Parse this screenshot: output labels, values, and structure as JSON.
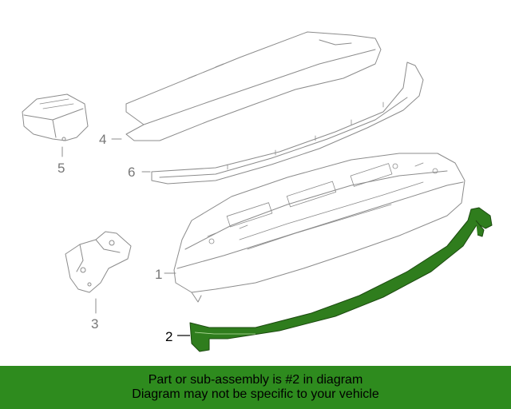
{
  "callouts": [
    {
      "id": "1",
      "label": "1"
    },
    {
      "id": "2",
      "label": "2"
    },
    {
      "id": "3",
      "label": "3"
    },
    {
      "id": "4",
      "label": "4"
    },
    {
      "id": "5",
      "label": "5"
    },
    {
      "id": "6",
      "label": "6"
    }
  ],
  "highlight_part": "2",
  "colors": {
    "highlight": "#2f7d1d",
    "line_art": "#8c8c8c",
    "banner": "#2e8b1e",
    "text": "#000000",
    "callout_text": "#777777"
  },
  "banner": {
    "line1": "Part or sub-assembly is #2 in diagram",
    "line2": "Diagram may not be specific to your vehicle"
  }
}
